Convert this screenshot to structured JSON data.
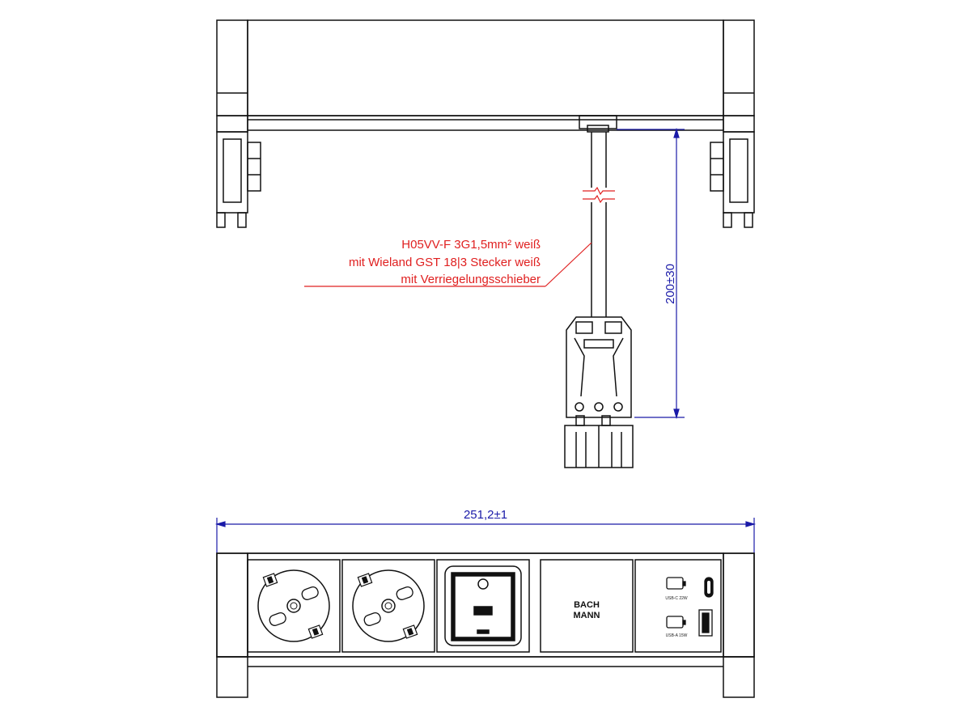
{
  "dimensions": {
    "height_label": "200±30",
    "width_label": "251,2±1"
  },
  "cable_note": {
    "line1": "H05VV-F 3G1,5mm² weiß",
    "line2": "mit Wieland GST 18|3 Stecker weiß",
    "line3": "mit Verriegelungsschieber"
  },
  "modules": {
    "brand_line1": "BACH",
    "brand_line2": "MANN",
    "usb_c_label": "USB-C 22W",
    "usb_a_label": "USB-A 15W"
  },
  "colors": {
    "dimension": "#1a1aa8",
    "annotation": "#e02020",
    "line": "#111111"
  }
}
